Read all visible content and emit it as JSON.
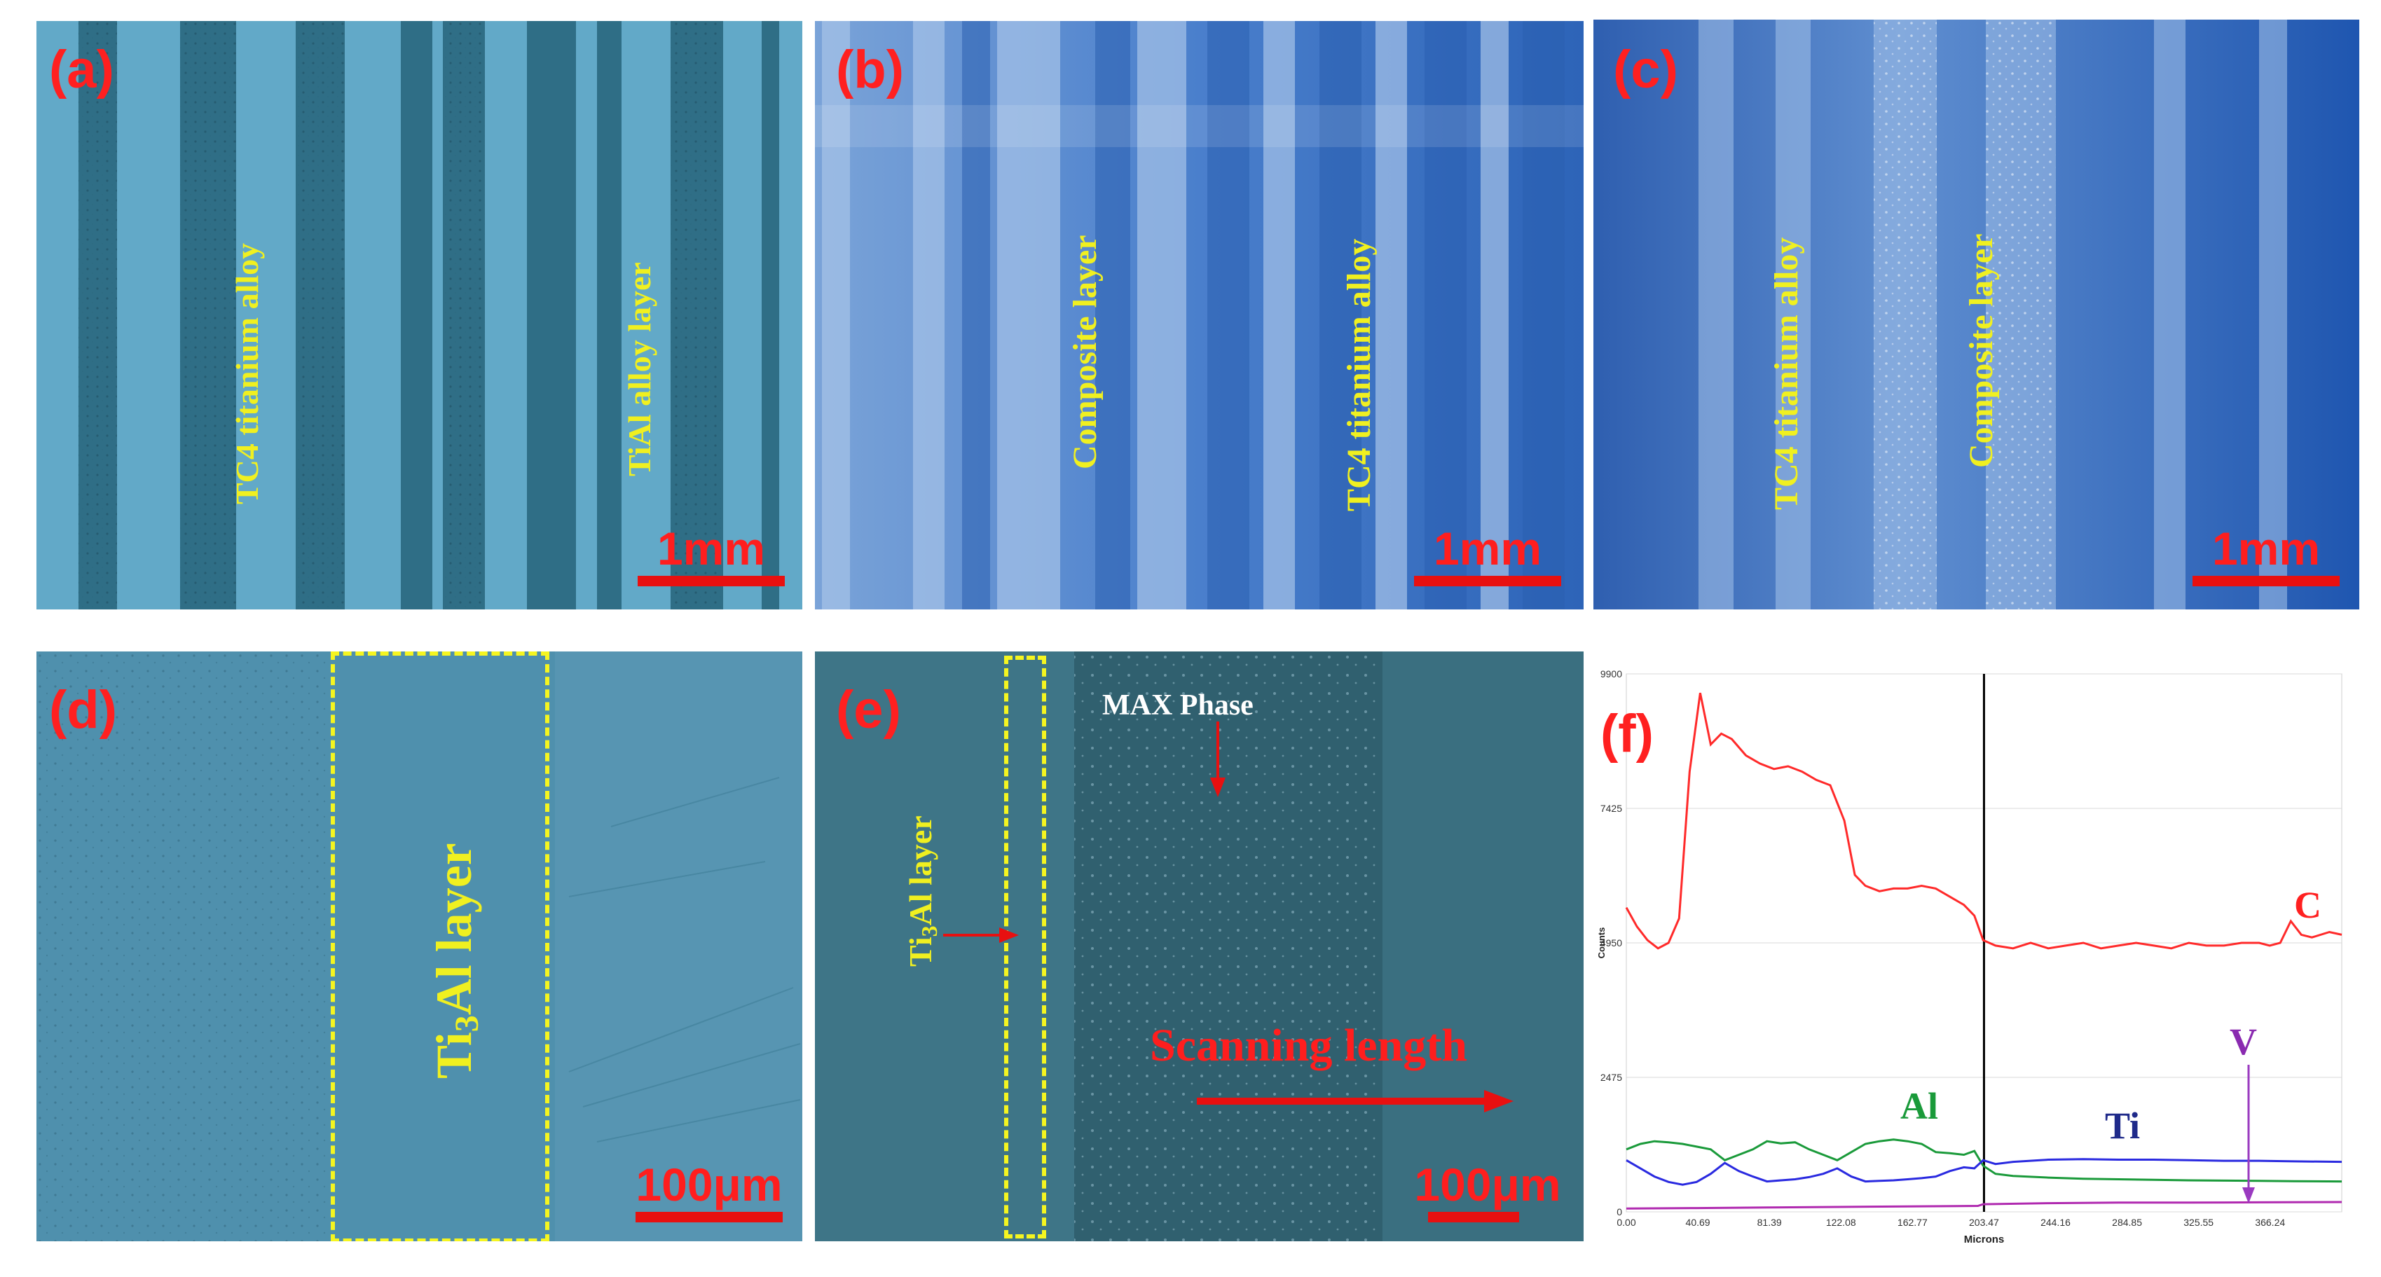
{
  "panels": {
    "a": {
      "label": "(a)",
      "scale": "1mm",
      "text_1": "TC4 titanium alloy",
      "text_2": "TiAl alloy layer"
    },
    "b": {
      "label": "(b)",
      "scale": "1mm",
      "text_1": "Composite layer",
      "text_2": "TC4 titanium alloy"
    },
    "c": {
      "label": "(c)",
      "scale": "1mm",
      "text_1": "TC4 titanium alloy",
      "text_2": "Composite layer"
    },
    "d": {
      "label": "(d)",
      "scale": "100μm",
      "region_prefix": "Ti",
      "region_sub": "3",
      "region_suffix": "Al layer"
    },
    "e": {
      "label": "(e)",
      "scale": "100μm",
      "max_phase": "MAX Phase",
      "layer_prefix": "Ti",
      "layer_sub": "3",
      "layer_suffix": "Al layer",
      "scan": "Scanning length"
    },
    "f": {
      "label": "(f)"
    }
  },
  "chart_data": {
    "type": "line",
    "xlabel": "Microns",
    "ylabel": "Counts",
    "xlim": [
      0,
      407
    ],
    "ylim": [
      0,
      9900
    ],
    "xticks": [
      "0.00",
      "40.69",
      "81.39",
      "122.08",
      "162.77",
      "203.47",
      "244.16",
      "284.85",
      "325.55",
      "366.24"
    ],
    "yticks": [
      "0",
      "2475",
      "4950",
      "7425",
      "9900"
    ],
    "marker_x": 203.47,
    "series": [
      {
        "name": "C",
        "color": "#ff2a2a",
        "x": [
          0,
          6,
          12,
          18,
          24,
          30,
          36,
          42,
          48,
          54,
          60,
          68,
          76,
          84,
          92,
          100,
          108,
          116,
          124,
          130,
          136,
          144,
          152,
          160,
          168,
          176,
          184,
          192,
          198,
          203,
          210,
          220,
          230,
          240,
          250,
          260,
          270,
          280,
          290,
          300,
          310,
          320,
          330,
          340,
          350,
          360,
          366,
          372,
          378,
          384,
          390,
          400,
          407
        ],
        "values": [
          5600,
          5250,
          5000,
          4850,
          4950,
          5400,
          8100,
          9550,
          8600,
          8800,
          8700,
          8400,
          8250,
          8150,
          8200,
          8100,
          7950,
          7850,
          7200,
          6200,
          6000,
          5900,
          5950,
          5950,
          6000,
          5950,
          5800,
          5650,
          5450,
          5000,
          4900,
          4850,
          4950,
          4850,
          4900,
          4950,
          4850,
          4900,
          4950,
          4900,
          4850,
          4950,
          4900,
          4900,
          4950,
          4950,
          4900,
          4950,
          5350,
          5100,
          5050,
          5150,
          5100
        ]
      },
      {
        "name": "Al",
        "color": "#1a9a3a",
        "x": [
          0,
          8,
          16,
          24,
          32,
          40,
          48,
          56,
          64,
          72,
          80,
          88,
          96,
          104,
          112,
          120,
          128,
          136,
          144,
          152,
          160,
          168,
          176,
          184,
          192,
          198,
          203,
          210,
          220,
          240,
          260,
          280,
          300,
          320,
          340,
          360,
          380,
          407
        ],
        "values": [
          1150,
          1250,
          1300,
          1280,
          1250,
          1200,
          1150,
          950,
          1050,
          1150,
          1300,
          1260,
          1280,
          1150,
          1050,
          950,
          1100,
          1250,
          1300,
          1330,
          1300,
          1250,
          1100,
          1080,
          1050,
          1120,
          850,
          700,
          660,
          630,
          610,
          600,
          590,
          580,
          575,
          570,
          565,
          560
        ]
      },
      {
        "name": "Ti",
        "color": "#2a2ae0",
        "x": [
          0,
          8,
          16,
          24,
          32,
          40,
          48,
          56,
          64,
          72,
          80,
          88,
          96,
          104,
          112,
          120,
          128,
          136,
          144,
          152,
          160,
          168,
          176,
          184,
          192,
          198,
          203,
          210,
          220,
          240,
          260,
          280,
          300,
          320,
          340,
          360,
          380,
          407
        ],
        "values": [
          950,
          800,
          650,
          550,
          500,
          550,
          700,
          900,
          750,
          650,
          560,
          580,
          600,
          640,
          700,
          800,
          650,
          560,
          570,
          580,
          600,
          620,
          650,
          750,
          820,
          800,
          950,
          880,
          920,
          960,
          970,
          960,
          960,
          950,
          940,
          940,
          930,
          920
        ]
      },
      {
        "name": "V",
        "color": "#b02ab0",
        "x": [
          0,
          40,
          80,
          120,
          160,
          200,
          203,
          240,
          280,
          320,
          360,
          407
        ],
        "values": [
          60,
          70,
          80,
          90,
          100,
          110,
          140,
          160,
          170,
          170,
          175,
          180
        ]
      }
    ]
  }
}
